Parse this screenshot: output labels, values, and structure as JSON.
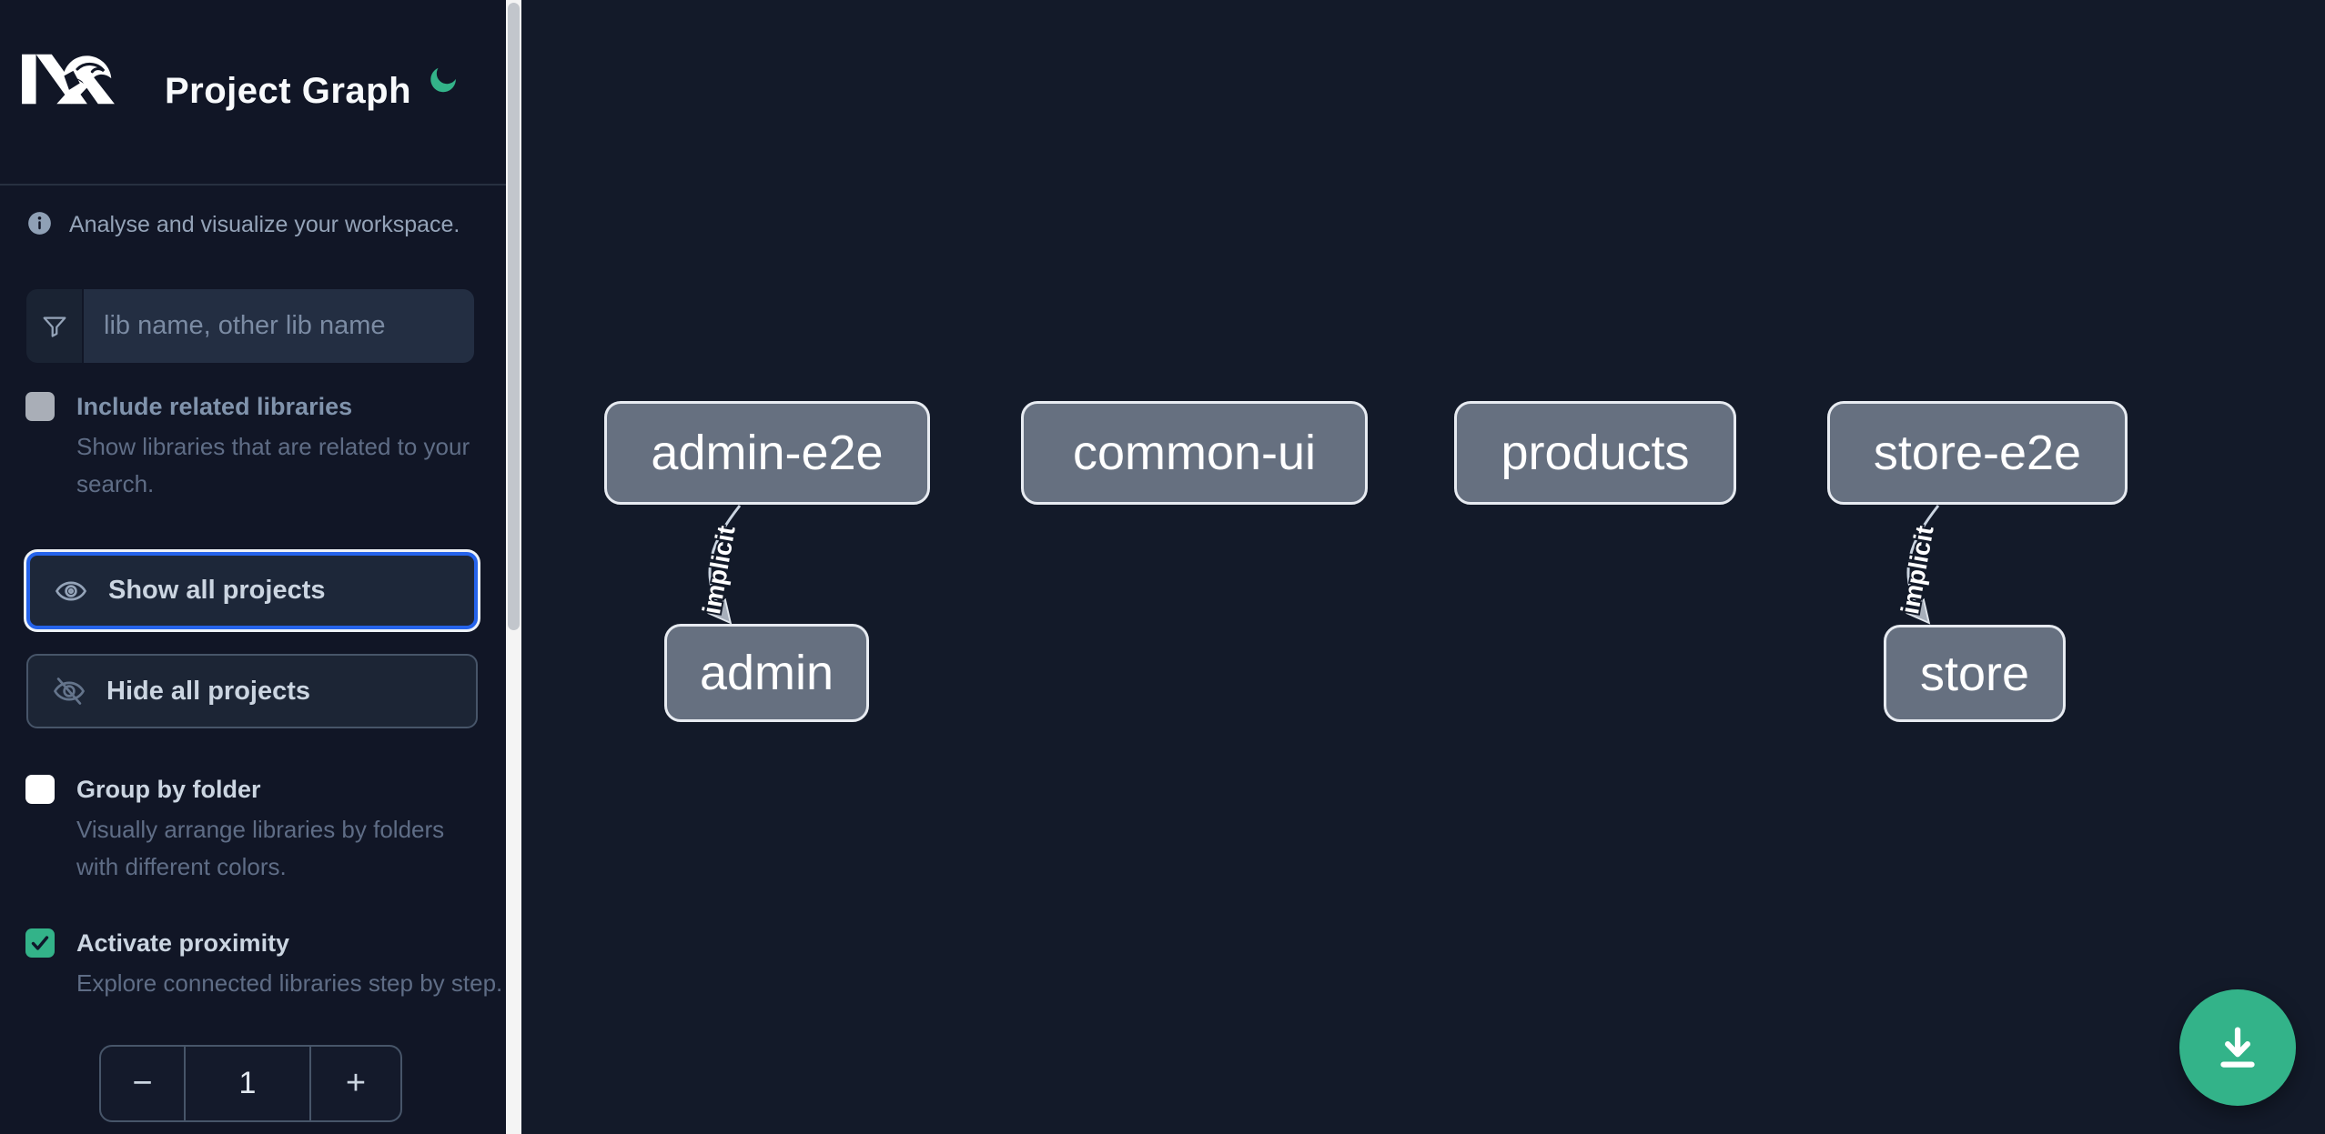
{
  "app": {
    "title": "Project Graph"
  },
  "colors": {
    "accent_green": "#33b389",
    "focus_blue": "#2563eb",
    "node_fill": "#667080",
    "node_border": "#e7ebf1",
    "sidebar_bg": "#111626",
    "canvas_bg": "#131a29"
  },
  "icons": {
    "nx-logo": "white Nx brand mark",
    "moon-icon": "green crescent moon theme toggle",
    "info-icon": "filled circle with letter i",
    "funnel-icon": "outline filter funnel",
    "eye-icon": "outline eye",
    "eye-slash-icon": "outline eye with diagonal slash",
    "download-icon": "arrow down into tray"
  },
  "intro": {
    "text": "Analyse and visualize your workspace."
  },
  "search": {
    "placeholder": "lib name, other lib name",
    "value": ""
  },
  "options": {
    "include_related": {
      "label": "Include related libraries",
      "description": "Show libraries that are related to your search.",
      "checked": false,
      "disabled": true
    },
    "group_by_folder": {
      "label": "Group by folder",
      "description": "Visually arrange libraries by folders with different colors.",
      "checked": false,
      "disabled": false
    },
    "activate_proximity": {
      "label": "Activate proximity",
      "description": "Explore connected libraries step by step.",
      "checked": true,
      "disabled": false
    }
  },
  "buttons": {
    "show_all": "Show all projects",
    "hide_all": "Hide all projects"
  },
  "stepper": {
    "decrement_label": "−",
    "value": "1",
    "increment_label": "+"
  },
  "graph": {
    "nodes": [
      {
        "label": "admin-e2e"
      },
      {
        "label": "common-ui"
      },
      {
        "label": "products"
      },
      {
        "label": "store-e2e"
      },
      {
        "label": "admin"
      },
      {
        "label": "store"
      }
    ],
    "edges": [
      {
        "source": "admin-e2e",
        "target": "admin",
        "label": "implicit"
      },
      {
        "source": "store-e2e",
        "target": "store",
        "label": "implicit"
      }
    ]
  }
}
